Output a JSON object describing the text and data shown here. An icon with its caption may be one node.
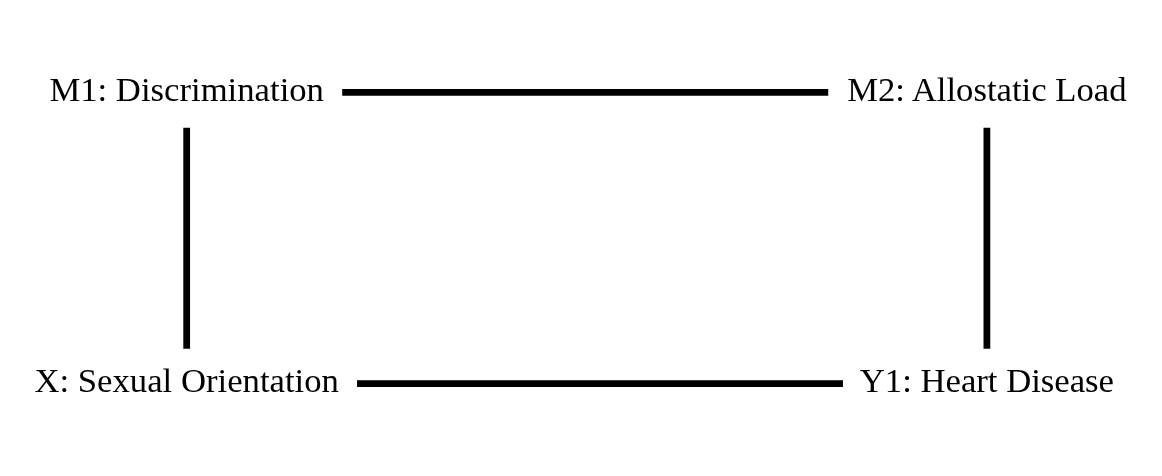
{
  "diagram": {
    "nodes": [
      {
        "text": [
          "X: Sexual Orientation"
        ]
      },
      {
        "text": [
          "M1: Discrimination"
        ]
      },
      {
        "text": [
          "M2: Allostatic Load"
        ]
      },
      {
        "text": [
          "Y1: Heart Disease"
        ]
      }
    ],
    "edges": [
      {
        "from": 0,
        "to": 1,
        "arrow": "none"
      },
      {
        "from": 1,
        "to": 2,
        "arrow": "none"
      },
      {
        "from": 2,
        "to": 3,
        "arrow": "none"
      },
      {
        "from": 0,
        "to": 3,
        "arrow": "none"
      }
    ]
  }
}
